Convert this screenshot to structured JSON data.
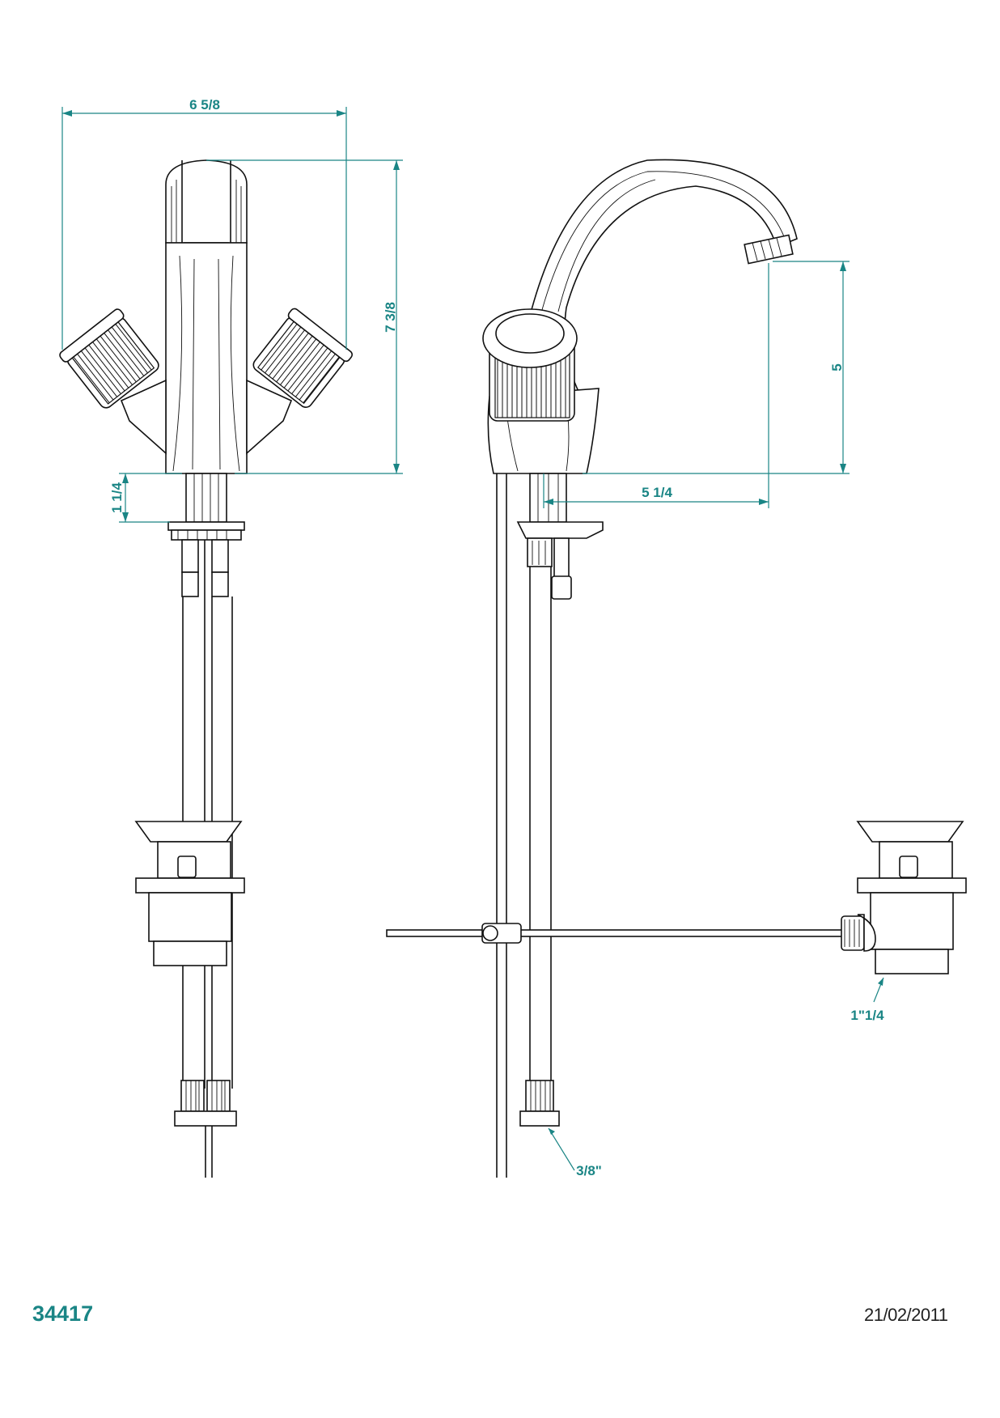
{
  "sheet": {
    "product_code": "34417",
    "date": "21/02/2011"
  },
  "dimensions": {
    "overall_width": "6 5/8",
    "overall_height": "7 3/8",
    "shank_height": "1 1/4",
    "spout_height": "5",
    "spout_reach": "5 1/4",
    "drain_thread": "1\"1/4",
    "supply_thread": "3/8\""
  },
  "colors": {
    "dimension": "#1a8585",
    "linework": "#111111",
    "background": "#ffffff"
  }
}
